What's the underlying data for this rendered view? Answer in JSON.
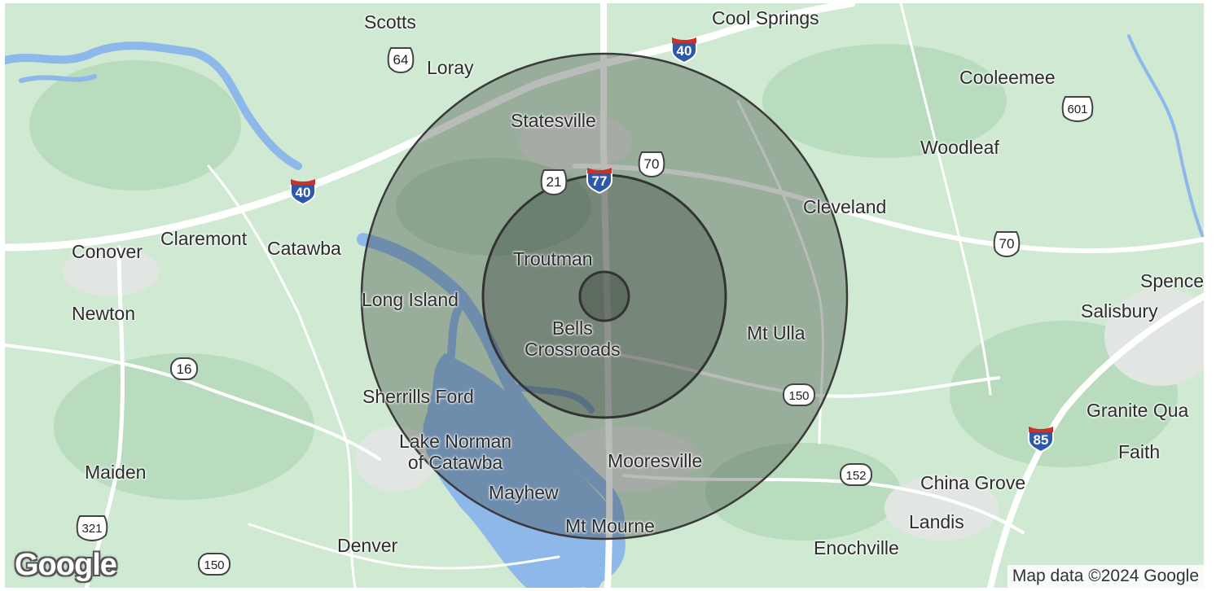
{
  "map": {
    "places": [
      {
        "id": "scotts",
        "label": "Scotts"
      },
      {
        "id": "loray",
        "label": "Loray"
      },
      {
        "id": "cool-springs",
        "label": "Cool Springs"
      },
      {
        "id": "cooleemee",
        "label": "Cooleemee"
      },
      {
        "id": "statesville",
        "label": "Statesville"
      },
      {
        "id": "woodleaf",
        "label": "Woodleaf"
      },
      {
        "id": "cleveland",
        "label": "Cleveland"
      },
      {
        "id": "conover",
        "label": "Conover"
      },
      {
        "id": "claremont",
        "label": "Claremont"
      },
      {
        "id": "catawba",
        "label": "Catawba"
      },
      {
        "id": "troutman",
        "label": "Troutman"
      },
      {
        "id": "long-island",
        "label": "Long Island"
      },
      {
        "id": "newton",
        "label": "Newton"
      },
      {
        "id": "spencer",
        "label": "Spence"
      },
      {
        "id": "salisbury",
        "label": "Salisbury"
      },
      {
        "id": "bells-crossroads",
        "label": "Bells\nCrossroads"
      },
      {
        "id": "mt-ulla",
        "label": "Mt Ulla"
      },
      {
        "id": "sherrills-ford",
        "label": "Sherrills Ford"
      },
      {
        "id": "granite-quarry",
        "label": "Granite Qua"
      },
      {
        "id": "lake-norman",
        "label": "Lake Norman\nof Catawba"
      },
      {
        "id": "faith",
        "label": "Faith"
      },
      {
        "id": "mooresville",
        "label": "Mooresville"
      },
      {
        "id": "maiden",
        "label": "Maiden"
      },
      {
        "id": "china-grove",
        "label": "China Grove"
      },
      {
        "id": "mayhew",
        "label": "Mayhew"
      },
      {
        "id": "landis",
        "label": "Landis"
      },
      {
        "id": "mt-mourne",
        "label": "Mt Mourne"
      },
      {
        "id": "denver",
        "label": "Denver"
      },
      {
        "id": "enochville",
        "label": "Enochville"
      }
    ],
    "shields": [
      {
        "id": "us64",
        "type": "us",
        "label": "64"
      },
      {
        "id": "i40-north",
        "type": "interstate",
        "label": "40"
      },
      {
        "id": "us601",
        "type": "us",
        "label": "601"
      },
      {
        "id": "us70-a",
        "type": "us",
        "label": "70"
      },
      {
        "id": "us21",
        "type": "us",
        "label": "21"
      },
      {
        "id": "i77",
        "type": "interstate",
        "label": "77"
      },
      {
        "id": "i40-west",
        "type": "interstate",
        "label": "40"
      },
      {
        "id": "us70-b",
        "type": "us",
        "label": "70"
      },
      {
        "id": "nc16",
        "type": "state",
        "label": "16"
      },
      {
        "id": "nc150-east",
        "type": "state",
        "label": "150"
      },
      {
        "id": "i85",
        "type": "interstate",
        "label": "85"
      },
      {
        "id": "nc152",
        "type": "state",
        "label": "152"
      },
      {
        "id": "us321",
        "type": "us",
        "label": "321"
      },
      {
        "id": "nc150-west",
        "type": "state",
        "label": "150"
      }
    ],
    "radius_rings": [
      {
        "id": "ring-inner"
      },
      {
        "id": "ring-middle"
      },
      {
        "id": "ring-outer"
      }
    ],
    "colors": {
      "land": "#cfe9d2",
      "forest": "#b7dcbc",
      "water": "#8fb8ea",
      "road": "#ffffff",
      "ring_fill": "#2f3a2f",
      "ring_stroke": "#3a3a3a",
      "interstate_blue": "#2c5aa8",
      "interstate_red": "#c8332e"
    }
  },
  "logo": {
    "text": "Google"
  },
  "attribution": {
    "text": "Map data ©2024 Google"
  }
}
